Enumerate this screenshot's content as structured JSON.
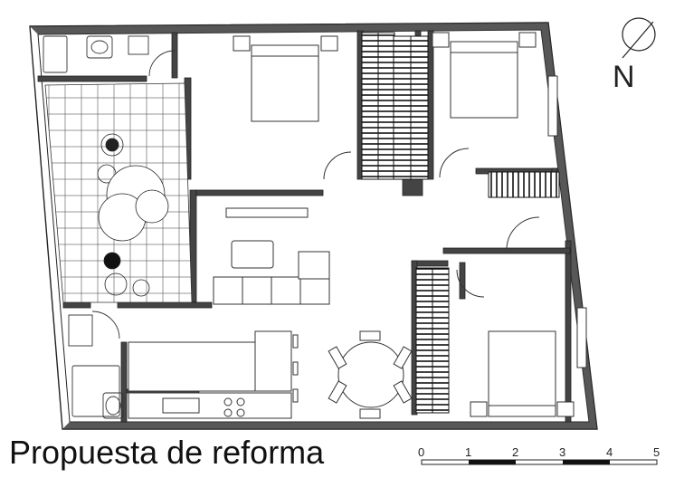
{
  "title": "Propuesta de reforma",
  "compass": {
    "label": "N"
  },
  "scale_bar": {
    "ticks": [
      "0",
      "1",
      "2",
      "3",
      "4",
      "5"
    ],
    "unit_count": 5
  },
  "colors": {
    "wall": "#3a3a3a",
    "line": "#222222",
    "background": "#ffffff"
  }
}
